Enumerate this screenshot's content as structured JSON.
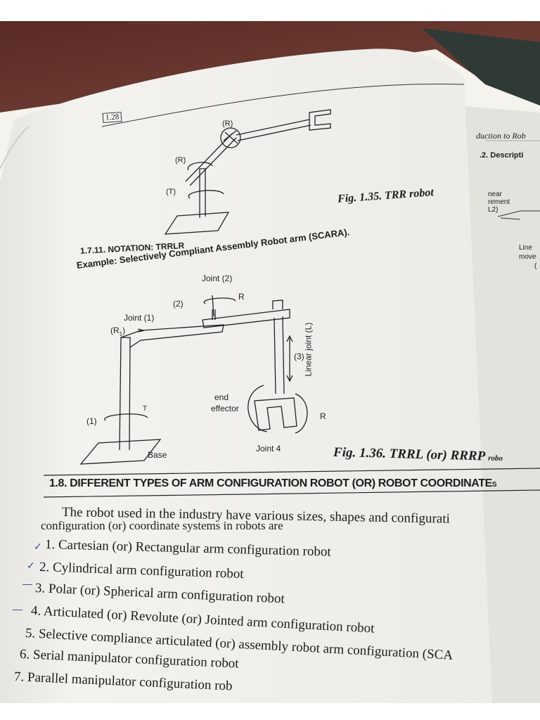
{
  "page": {
    "page_number": "1.28",
    "side_header": "duction to Rob",
    "side_section": ".2. Descripti",
    "side_text_1": [
      "near",
      "rement",
      "L2)"
    ],
    "side_text_2": [
      "Line",
      "move",
      "("
    ]
  },
  "fig_135": {
    "caption": "Fig. 1.35. TRR robot",
    "labels": {
      "top_joint": "(R)",
      "mid_joint": "(R)",
      "base_joint": "(T)"
    }
  },
  "section_1711": {
    "heading": "1.7.11. NOTATION: TRRLR",
    "example": "Example: Selectively Compliant Assembly Robot arm (SCARA)."
  },
  "fig_136": {
    "caption": "Fig. 1.36. TRRL (or) RRRP",
    "caption_tail": "robo",
    "labels": {
      "joint2": "Joint (2)",
      "num2": "(2)",
      "r_top": "R",
      "joint1": "Joint (1)",
      "r1": "(R",
      "r1_sub": "1",
      "r1_close": ")",
      "num3": "(3)",
      "linear": "Linear joint (L)",
      "end": "end",
      "effector": "effector",
      "r_bottom": "R",
      "num1": "(1)",
      "t": "T",
      "base": "Base",
      "joint4": "Joint 4"
    }
  },
  "section_18": {
    "heading": "1.8. DIFFERENT TYPES OF ARM CONFIGURATION ROBOT (OR) ROBOT COORDINATE",
    "heading_tail": "S",
    "para_line1": "The robot used in the industry have various sizes, shapes and configurati",
    "para_line2": "configuration (or) coordinate systems in robots are",
    "items": [
      "1. Cartesian (or) Rectangular arm configuration robot",
      "2. Cylindrical arm configuration robot",
      "3. Polar (or) Spherical arm configuration robot",
      "4. Articulated (or) Revolute (or) Jointed arm configuration robot",
      "5. Selective compliance articulated (or) assembly robot arm configuration (SCA",
      "6. Serial manipulator configuration robot",
      "7. Parallel manipulator configuration rob"
    ],
    "tick_mark": "✓",
    "dash_mark": "—"
  }
}
